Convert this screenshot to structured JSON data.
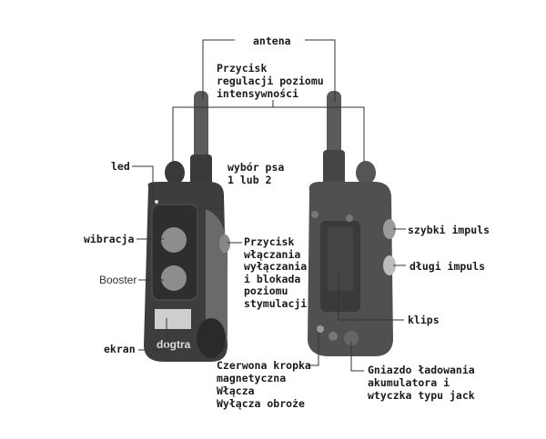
{
  "labels": {
    "antenna": "antena",
    "intensity_button": [
      "Przycisk",
      "regulacji poziomu",
      "intensywności"
    ],
    "led": "led",
    "dog_select": [
      "wybór psa",
      "1 lub 2"
    ],
    "vibration": "wibracja",
    "booster": "Booster",
    "power_button": [
      "Przycisk",
      "włączania",
      "wyłączania",
      "i blokada",
      "poziomu",
      "stymulacji"
    ],
    "screen": "ekran",
    "magnetic_dot": [
      "Czerwona kropka",
      "magnetyczna",
      "Włącza",
      "Wyłącza obroże"
    ],
    "fast_pulse": "szybki impuls",
    "long_pulse": "długi impuls",
    "clip": "klips",
    "charging_port": [
      "Gniazdo ładowania",
      "akumulatora i",
      "wtyczka typu jack"
    ]
  },
  "brand": "dogtra",
  "colors": {
    "body": "#4a4a4a",
    "body_dark": "#2c2c2c",
    "button": "#8a8a8a",
    "line": "#333333"
  }
}
